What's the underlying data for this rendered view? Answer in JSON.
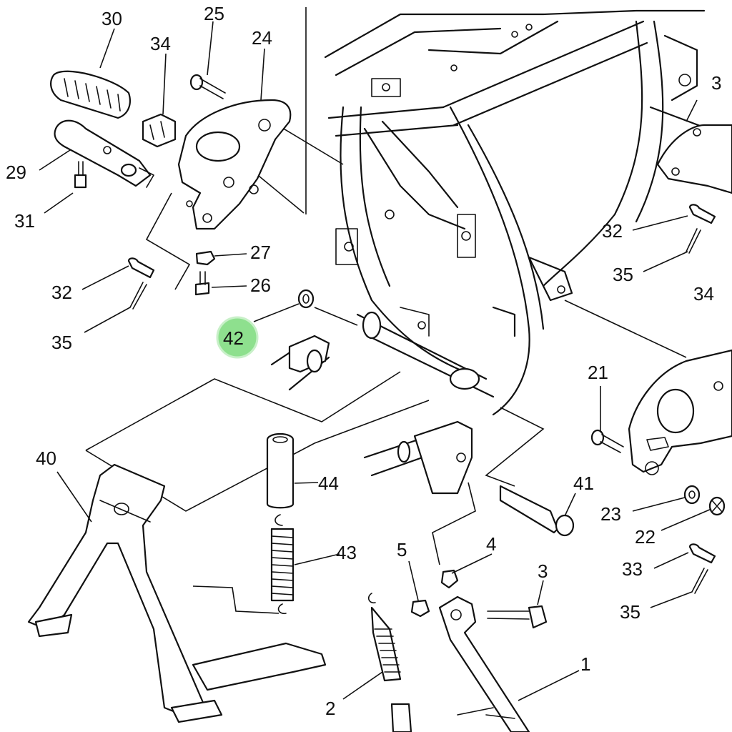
{
  "diagram": {
    "highlight_color": "#8ee08e",
    "highlighted_part": "42",
    "labels": {
      "l30": "30",
      "l34a": "34",
      "l25": "25",
      "l24": "24",
      "l29": "29",
      "l31": "31",
      "l27": "27",
      "l26": "26",
      "l32a": "32",
      "l35a": "35",
      "l42": "42",
      "l3top": "3",
      "l32b": "32",
      "l35b": "35",
      "l34b": "34",
      "l21": "21",
      "l40": "40",
      "l44": "44",
      "l41": "41",
      "l23": "23",
      "l22": "22",
      "l43": "43",
      "l5": "5",
      "l4": "4",
      "l3": "3",
      "l33": "33",
      "l35c": "35",
      "l1": "1",
      "l2": "2"
    }
  }
}
